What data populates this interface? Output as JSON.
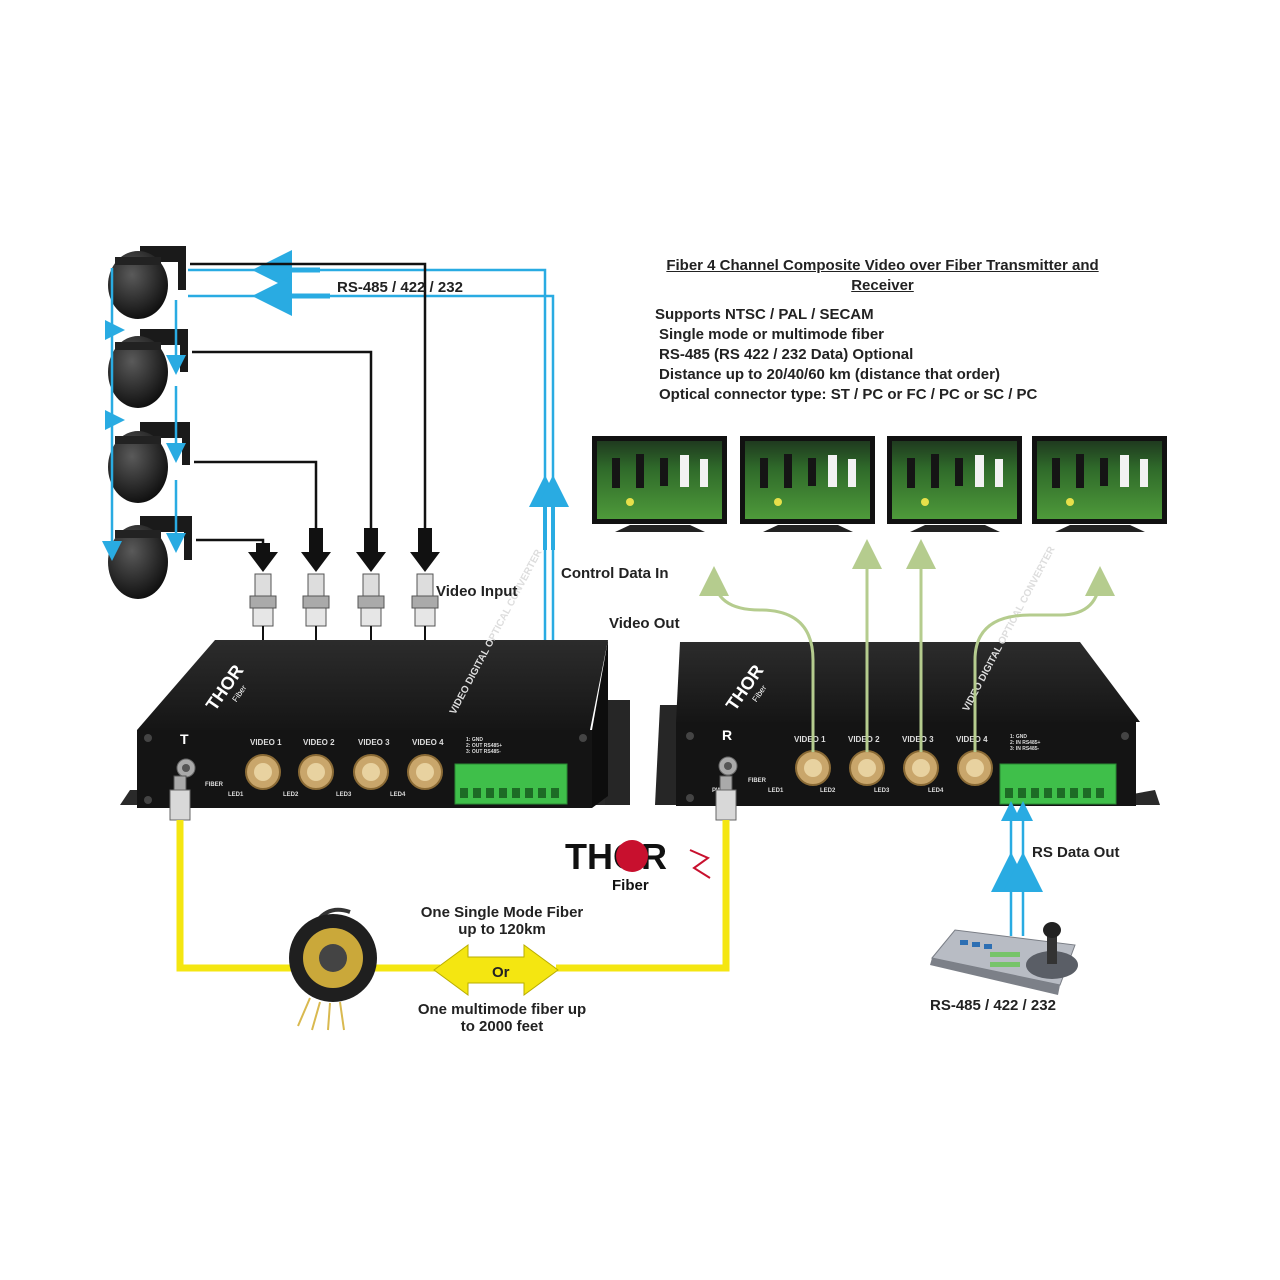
{
  "title": "Fiber 4 Channel Composite Video over Fiber Transmitter and Receiver",
  "specs": [
    "Supports NTSC / PAL / SECAM",
    "Single mode or multimode fiber",
    "RS-485 (RS 422 / 232 Data) Optional",
    "Distance up to 20/40/60 km (distance that order)",
    "Optical connector type: ST / PC or FC / PC or SC / PC"
  ],
  "labels": {
    "rs485_top": "RS-485 / 422 / 232",
    "video_input": "Video  Input",
    "control_data_in": "Control Data In",
    "video_out": "Video Out",
    "rs_data_out": "RS Data Out",
    "rs485_bottom": "RS-485 / 422 / 232",
    "single_mode_line1": "One Single Mode Fiber",
    "single_mode_line2": "up to 120km",
    "or": "Or",
    "multimode_line1": "One multimode fiber up",
    "multimode_line2": "to 2000 feet"
  },
  "logo": {
    "brand": "THOR",
    "sub": "Fiber"
  },
  "transmitter": {
    "letter": "T",
    "ports": [
      "VIDEO 1",
      "VIDEO 2",
      "VIDEO 3",
      "VIDEO 4"
    ],
    "leds": [
      "LED1",
      "LED2",
      "LED3",
      "LED4"
    ],
    "fiber_label": "FIBER",
    "face_text": "VIDEO DIGITAL OPTICAL CONVERTER",
    "terminal_lines": [
      "1: GND",
      "2: OUT RS485+",
      "3: OUT RS485-"
    ]
  },
  "receiver": {
    "letter": "R",
    "ports": [
      "VIDEO 1",
      "VIDEO 2",
      "VIDEO 3",
      "VIDEO 4"
    ],
    "leds": [
      "LED1",
      "LED2",
      "LED3",
      "LED4"
    ],
    "fiber_label": "FIBER",
    "pwr_label": "PWR",
    "face_text": "VIDEO DIGITAL OPTICAL CONVERTER",
    "terminal_lines": [
      "1: GND",
      "2: IN RS485+",
      "3: IN RS485-"
    ]
  },
  "colors": {
    "data_line": "#29abe2",
    "video_in_line": "#111111",
    "video_out_line": "#b5cc8e",
    "fiber": "#f4e611",
    "device": "#1e1e1e",
    "terminal": "#3fbf4a",
    "logo_red": "#c8102e"
  }
}
